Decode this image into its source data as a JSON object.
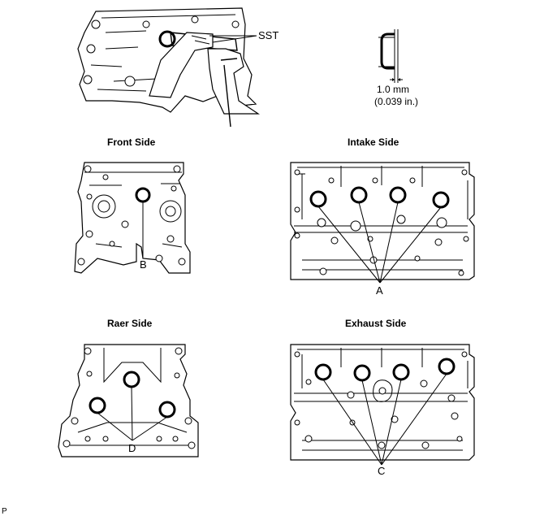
{
  "labels": {
    "sst": "SST",
    "dimension_mm": "1.0 mm",
    "dimension_in": "(0.039 in.)",
    "front_side": "Front Side",
    "intake_side": "Intake Side",
    "rear_side": "Raer Side",
    "exhaust_side": "Exhaust Side",
    "callout_a": "A",
    "callout_b": "B",
    "callout_c": "C",
    "callout_d": "D",
    "corner_code": "P"
  }
}
